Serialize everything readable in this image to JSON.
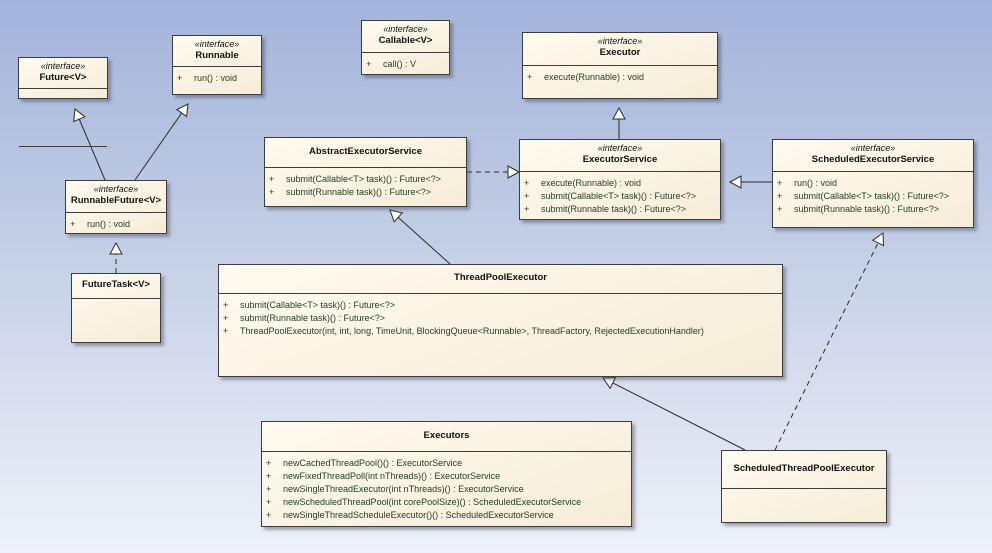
{
  "classes": {
    "future": {
      "stereotype": "«interface»",
      "name": "Future<V>",
      "ops": []
    },
    "runnable": {
      "stereotype": "«interface»",
      "name": "Runnable",
      "ops": [
        {
          "vis": "+",
          "sig": "run() : void"
        }
      ]
    },
    "callable": {
      "stereotype": "«interface»",
      "name": "Callable<V>",
      "ops": [
        {
          "vis": "+",
          "sig": "call() : V"
        }
      ]
    },
    "executor": {
      "stereotype": "«interface»",
      "name": "Executor",
      "ops": [
        {
          "vis": "+",
          "sig": "execute(Runnable) : void"
        }
      ]
    },
    "abstract_executor_service": {
      "stereotype": "",
      "name": "AbstractExecutorService",
      "ops": [
        {
          "vis": "+",
          "sig": "submit(Callable<T> task)() : Future<?>"
        },
        {
          "vis": "+",
          "sig": "submit(Runnable task)() : Future<?>"
        }
      ]
    },
    "executor_service": {
      "stereotype": "«interface»",
      "name": "ExecutorService",
      "ops": [
        {
          "vis": "+",
          "sig": "execute(Runnable) : void"
        },
        {
          "vis": "+",
          "sig": "submit(Callable<T> task)() : Future<?>"
        },
        {
          "vis": "+",
          "sig": "submit(Runnable task)() : Future<?>"
        }
      ]
    },
    "scheduled_executor_service": {
      "stereotype": "«interface»",
      "name": "ScheduledExecutorService",
      "ops": [
        {
          "vis": "+",
          "sig": "run() : void"
        },
        {
          "vis": "+",
          "sig": "submit(Callable<T> task)() : Future<?>"
        },
        {
          "vis": "+",
          "sig": "submit(Runnable task)() : Future<?>"
        }
      ]
    },
    "runnable_future": {
      "stereotype": "«interface»",
      "name": "RunnableFuture<V>",
      "ops": [
        {
          "vis": "+",
          "sig": "run() : void"
        }
      ]
    },
    "future_task": {
      "stereotype": "",
      "name": "FutureTask<V>",
      "ops": []
    },
    "thread_pool_executor": {
      "stereotype": "",
      "name": "ThreadPoolExecutor",
      "ops": [
        {
          "vis": "+",
          "sig": "submit(Callable<T> task)() : Future<?>"
        },
        {
          "vis": "+",
          "sig": "submit(Runnable task)() : Future<?>"
        },
        {
          "vis": "+",
          "sig": "ThreadPoolExecutor(int, int, long, TimeUnit, BlockingQueue<Runnable>, ThreadFactory, RejectedExecutionHandler)"
        }
      ]
    },
    "executors": {
      "stereotype": "",
      "name": "Executors",
      "ops": [
        {
          "vis": "+",
          "sig": "newCachedThreadPool()() : ExecutorService"
        },
        {
          "vis": "+",
          "sig": "newFixedThreadPoll(int nThreads)() : ExecutorService"
        },
        {
          "vis": "+",
          "sig": "newSingleThreadExecutor(int nThreads)() : ExecutorService"
        },
        {
          "vis": "+",
          "sig": "newScheduledThreadPool(int corePoolSize)() : ScheduledExecutorService"
        },
        {
          "vis": "+",
          "sig": "newSingleThreadScheduleExecutor()() : ScheduledExecutorService"
        }
      ]
    },
    "scheduled_thread_pool_executor": {
      "stereotype": "",
      "name": "ScheduledThreadPoolExecutor",
      "ops": []
    }
  },
  "relations": [
    {
      "from": "runnable_future",
      "to": "future",
      "kind": "generalization"
    },
    {
      "from": "runnable_future",
      "to": "runnable",
      "kind": "generalization"
    },
    {
      "from": "future_task",
      "to": "runnable_future",
      "kind": "realization"
    },
    {
      "from": "executor_service",
      "to": "executor",
      "kind": "generalization"
    },
    {
      "from": "abstract_executor_service",
      "to": "executor_service",
      "kind": "realization"
    },
    {
      "from": "scheduled_executor_service",
      "to": "executor_service",
      "kind": "generalization"
    },
    {
      "from": "thread_pool_executor",
      "to": "abstract_executor_service",
      "kind": "generalization"
    },
    {
      "from": "scheduled_thread_pool_executor",
      "to": "thread_pool_executor",
      "kind": "generalization"
    },
    {
      "from": "scheduled_thread_pool_executor",
      "to": "scheduled_executor_service",
      "kind": "realization"
    }
  ]
}
